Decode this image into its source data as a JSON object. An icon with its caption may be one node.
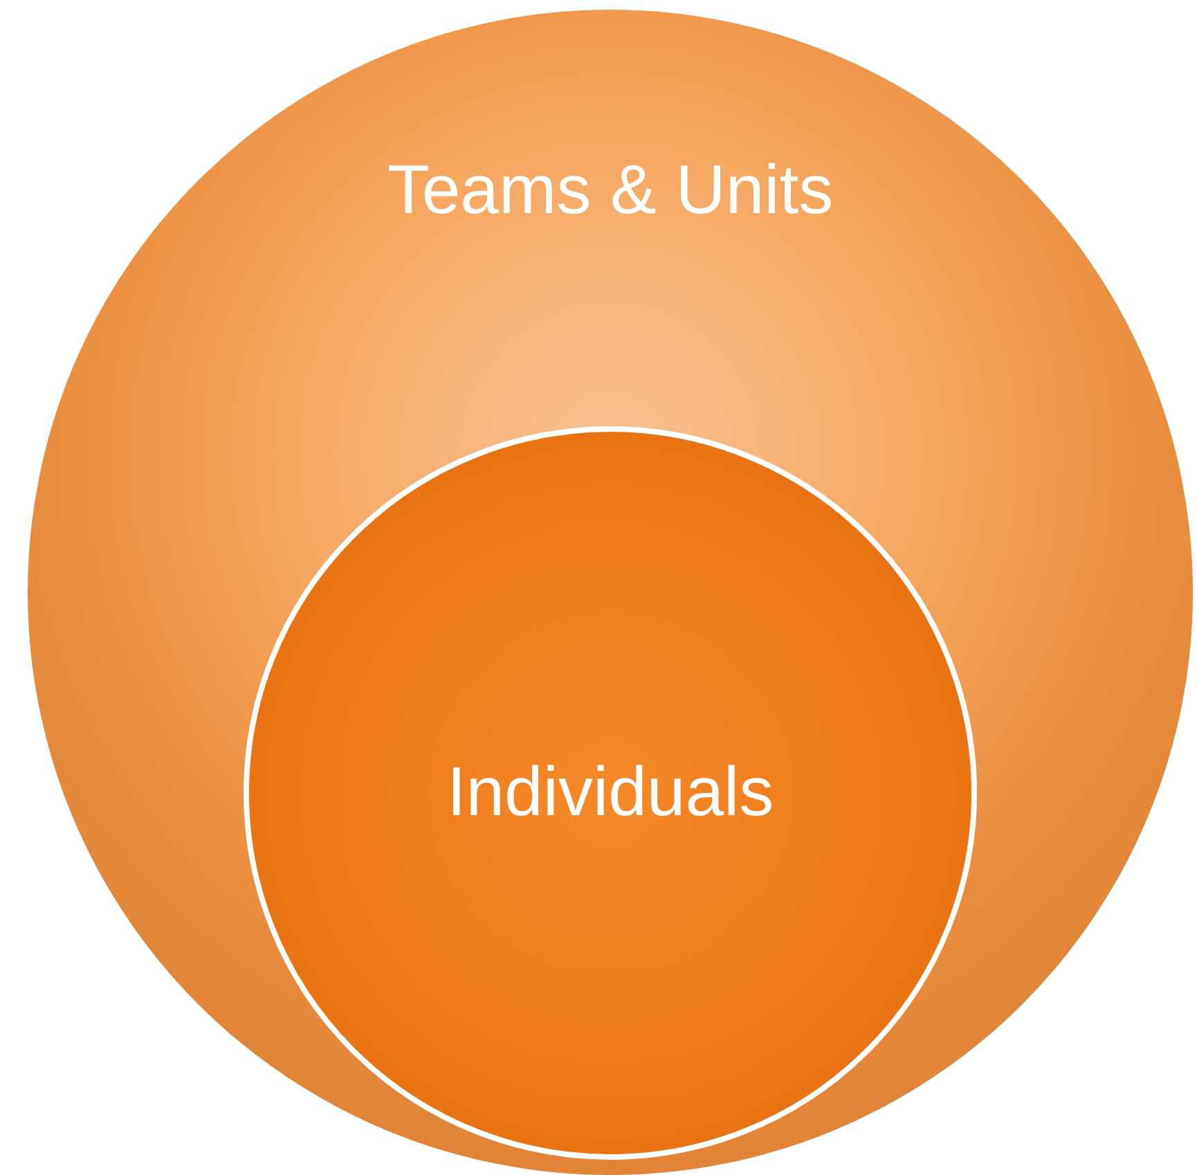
{
  "diagram": {
    "nodes": [
      {
        "text": [
          "Teams & Units"
        ]
      },
      {
        "text": [
          "Individuals"
        ],
        "in": 0
      }
    ]
  }
}
